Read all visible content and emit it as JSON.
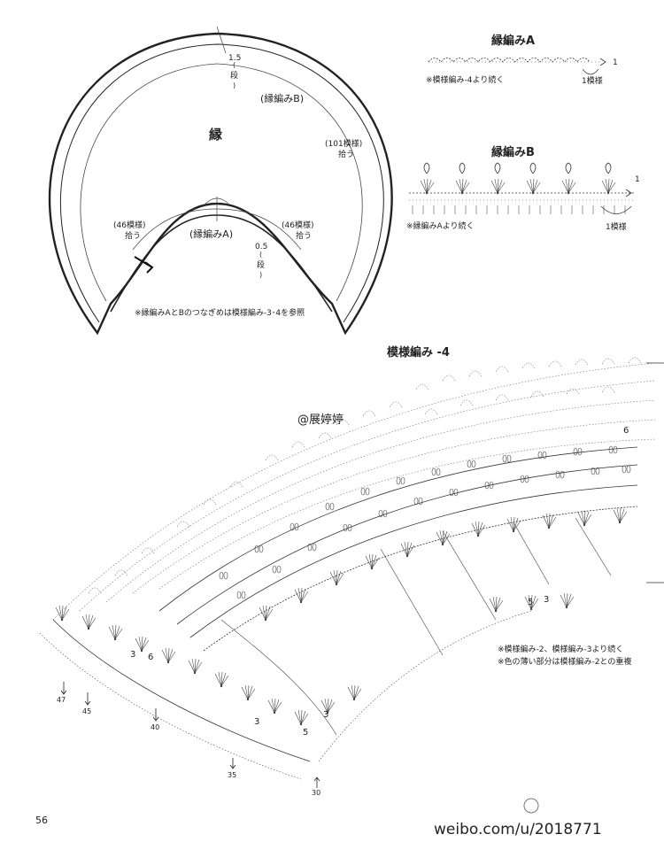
{
  "schematic": {
    "center_label": "縁",
    "rows_outer_value": "1.5",
    "rows_outer_unit": "段",
    "edging_b_label": "(縁編みB)",
    "edging_a_label": "(縁編みA)",
    "pickup_right_count": "(101模様)",
    "pickup_right_verb": "拾う",
    "pickup_inner_left_count": "(46模様)",
    "pickup_inner_left_verb": "拾う",
    "pickup_inner_right_count": "(46模様)",
    "pickup_inner_right_verb": "拾う",
    "rows_inner_value": "0.5",
    "rows_inner_unit": "段",
    "note": "※縁編みAとBのつなぎめは模様編み-3･4を参照"
  },
  "edging_a": {
    "title": "縁編みA",
    "note": "※模様編み-4より続く",
    "repeat_label": "1模様",
    "row_marker": "1"
  },
  "edging_b": {
    "title": "縁編みB",
    "note": "※縁編みAより続く",
    "repeat_label": "1模様",
    "row_marker": "1"
  },
  "pattern4": {
    "title": "模様編み -4",
    "note_line1": "※模様編み-2、模様編み-3より続く",
    "note_line2": "※色の薄い部分は模様編み-2との重複",
    "row_marks": [
      "6",
      "3",
      "6",
      "3",
      "5",
      "3",
      "5",
      "3"
    ],
    "row_numbers": [
      "47",
      "45",
      "40",
      "35",
      "30"
    ]
  },
  "watermark": "@展婷婷",
  "page_number": "56",
  "footer_watermark": "weibo.com/u/2018771"
}
